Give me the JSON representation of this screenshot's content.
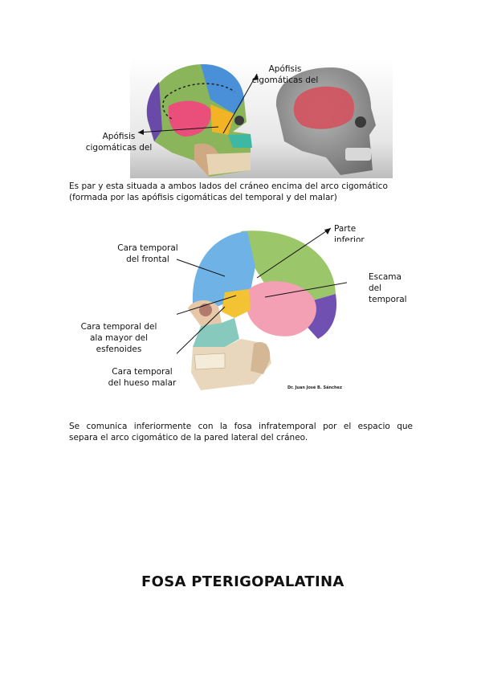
{
  "figure1": {
    "label_top": [
      "Apófisis",
      "cigomáticas del"
    ],
    "label_left": [
      "Apófisis",
      "cigomáticas del"
    ]
  },
  "paragraph1": {
    "line1": "Es par y esta situada a ambos lados del cráneo encima del arco cigomático",
    "line2": "(formada por las apófisis cigomáticas del temporal y del malar)"
  },
  "figure2": {
    "label_parte": [
      "Parte",
      "inferior"
    ],
    "label_frontal": [
      "Cara temporal",
      "del frontal"
    ],
    "label_escama": [
      "Escama",
      "del",
      "temporal"
    ],
    "label_ala": [
      "Cara temporal del",
      "ala mayor del",
      "esfenoides"
    ],
    "label_malar": [
      "Cara temporal",
      "del hueso malar"
    ],
    "credit": "Dr. Juan José B. Sánchez"
  },
  "paragraph2": {
    "line1": "Se comunica inferiormente con la fosa infratemporal por el espacio que",
    "line2": "separa el arco cigomático de la pared lateral del cráneo."
  },
  "heading": "FOSA PTERIGOPALATINA"
}
